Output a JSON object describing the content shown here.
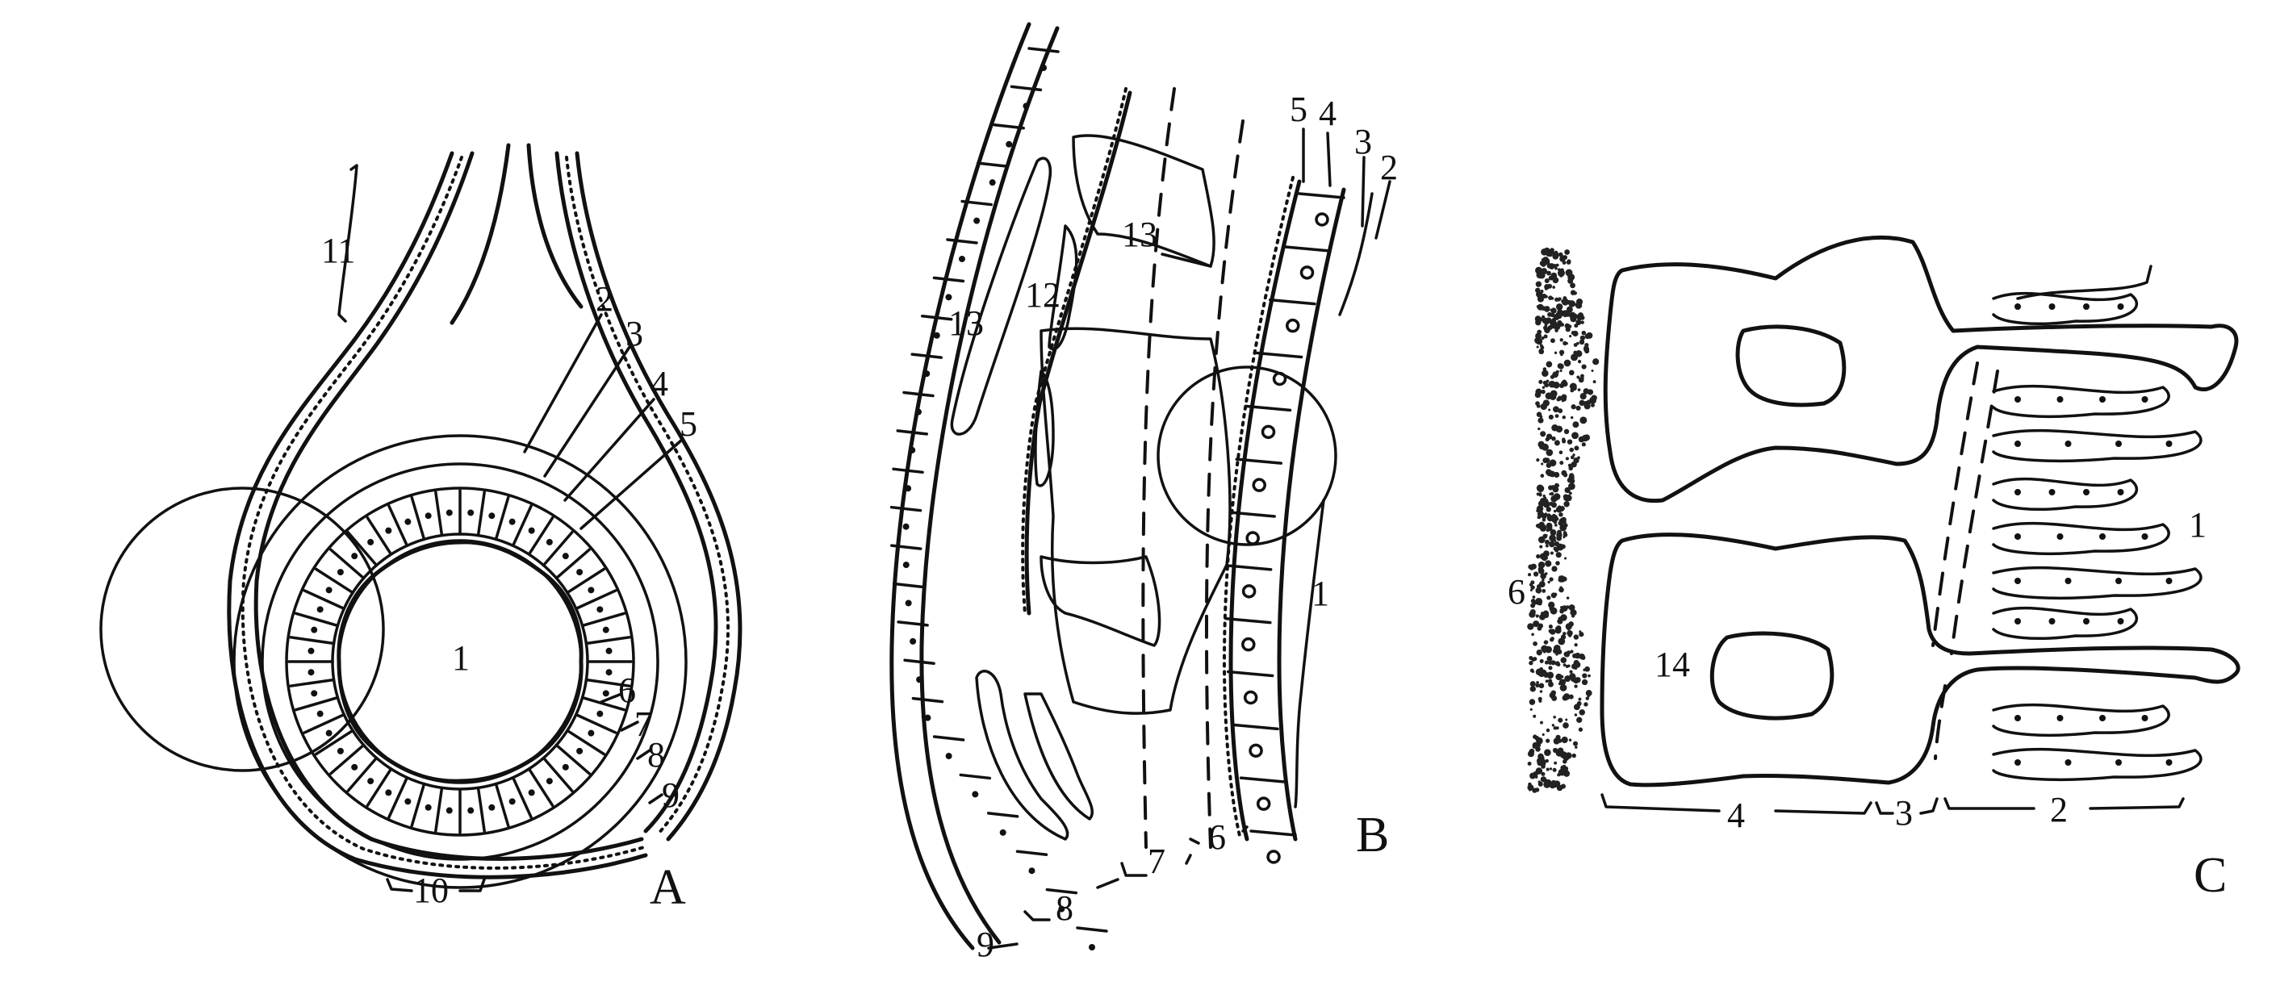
{
  "panels": {
    "A": {
      "letter": "A",
      "labels": [
        "1",
        "2",
        "3",
        "4",
        "5",
        "6",
        "7",
        "8",
        "9",
        "10",
        "11"
      ]
    },
    "B": {
      "letter": "B",
      "labels": [
        "1",
        "2",
        "3",
        "4",
        "5",
        "6",
        "7",
        "8",
        "9",
        "12",
        "13",
        "13"
      ]
    },
    "C": {
      "letter": "C",
      "labels": [
        "1",
        "2",
        "3",
        "4",
        "6",
        "14"
      ]
    }
  }
}
